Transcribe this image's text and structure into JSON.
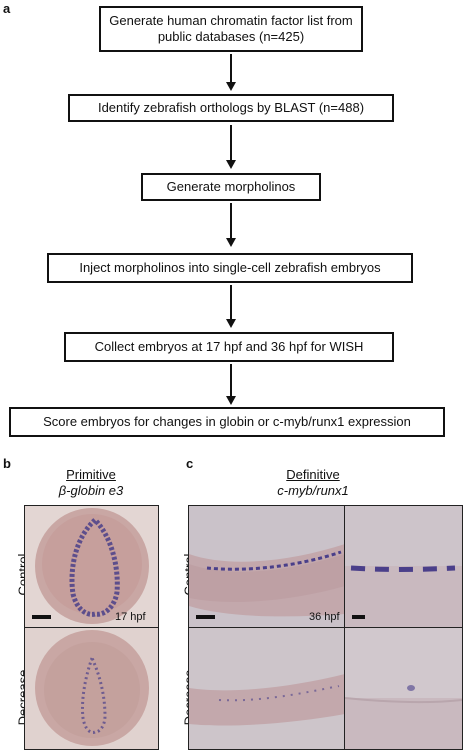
{
  "panel_a": {
    "letter": "a",
    "steps": [
      "Generate human chromatin factor list from public databases (n=425)",
      "Identify zebrafish orthologs by BLAST (n=488)",
      "Generate morpholinos",
      "Inject morpholinos into single-cell zebrafish embryos",
      "Collect embryos at 17 hpf and 36 hpf for WISH",
      "Score embryos for changes in globin or c-myb/runx1 expression"
    ]
  },
  "panel_b": {
    "letter": "b",
    "title": "Primitive",
    "subtitle": "β-globin e3",
    "rows": [
      "Control",
      "Decrease"
    ],
    "time_label": "17 hpf"
  },
  "panel_c": {
    "letter": "c",
    "title": "Definitive",
    "subtitle": "c-myb/runx1",
    "rows": [
      "Control",
      "Decrease"
    ],
    "time_label": "36 hpf"
  },
  "colors": {
    "embryo_bg": "#d9c7c2",
    "embryo_body": "#c8a3a0",
    "stain": "#4a3f8a",
    "tissue_bg": "#cfc6cc"
  }
}
